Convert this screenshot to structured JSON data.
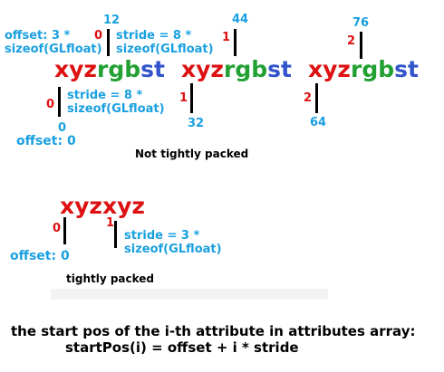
{
  "colors": {
    "red": "#dd1111",
    "green": "#22a033",
    "blue": "#3355cc",
    "label": "#1aa0e0"
  },
  "top": {
    "group": [
      {
        "xyz": "xyz",
        "rgb": "rgb",
        "st": "st"
      },
      {
        "xyz": "xyz",
        "rgb": "rgb",
        "st": "st"
      },
      {
        "xyz": "xyz",
        "rgb": "rgb",
        "st": "st"
      }
    ],
    "offset_note": {
      "line1": "offset: 3 *",
      "line2": "sizeof(GLfloat)"
    },
    "stride_note_top": {
      "line1": "stride = 8 *",
      "line2": "sizeof(GLfloat)"
    },
    "stride_note_bottom": {
      "line1": "stride = 8 *",
      "line2": "sizeof(GLfloat)"
    },
    "marker_0_top": "0",
    "marker_1_top": "1",
    "marker_2_top": "2",
    "marker_0_bottom": "0",
    "marker_1_bottom": "1",
    "marker_2_bottom": "2",
    "val_12": "12",
    "val_44": "44",
    "val_76": "76",
    "val_0": "0",
    "val_32": "32",
    "val_64": "64",
    "offset_zero": "offset: 0",
    "caption": "Not tightly packed"
  },
  "bottom": {
    "text": "xyzxyz",
    "marker_0": "0",
    "marker_1": "1",
    "stride_note": {
      "line1": "stride = 3 *",
      "line2": "sizeof(GLfloat)"
    },
    "offset_zero": "offset: 0",
    "caption": "tightly packed"
  },
  "formula": {
    "line1": "the start pos of the i-th attribute in attributes array:",
    "line2": "startPos(i) = offset + i * stride"
  }
}
